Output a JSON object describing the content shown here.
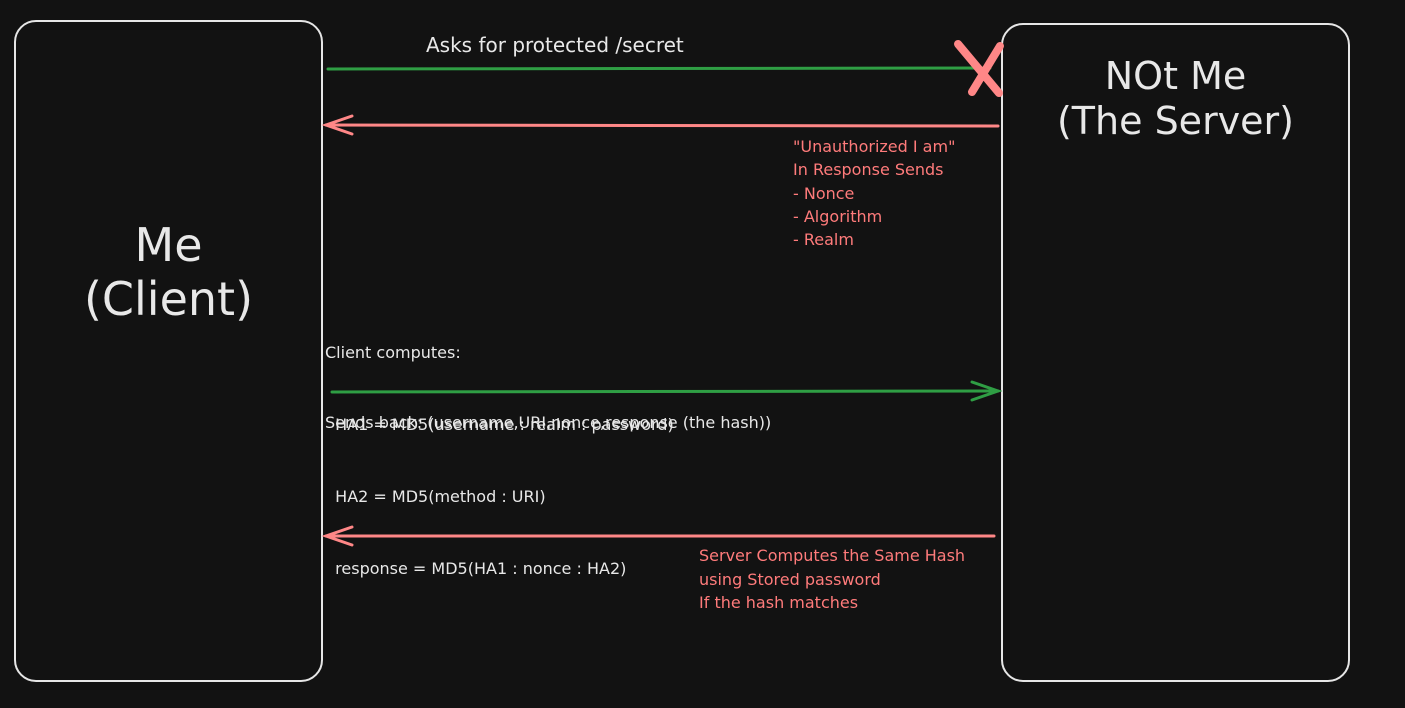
{
  "colors": {
    "background": "#121212",
    "outline": "#e6e6e6",
    "request_arrow": "#2f9e44",
    "response_arrow": "#ff8787",
    "cross_mark": "#ff8787"
  },
  "client": {
    "name": "Me",
    "role": "(Client)"
  },
  "server": {
    "name": "NOt Me",
    "role": "(The Server)"
  },
  "messages": {
    "request_label": "Asks for protected /secret",
    "challenge": {
      "lines": [
        "\"Unauthorized I am\"",
        "In Response Sends",
        "- Nonce",
        "- Algorithm",
        "- Realm"
      ]
    },
    "client_compute": {
      "lines": [
        "Client computes:",
        "  HA1 = MD5(username : realm : password)",
        "  HA2 = MD5(method : URI)",
        "  response = MD5(HA1 : nonce : HA2)"
      ]
    },
    "sends_back": "Sends back: (username,URI,nonce,response (the hash))",
    "server_verify": {
      "lines": [
        "Server Computes the Same Hash",
        "using Stored password",
        "If the hash matches"
      ]
    }
  },
  "icons": {
    "blocked": "cross-mark-icon"
  }
}
